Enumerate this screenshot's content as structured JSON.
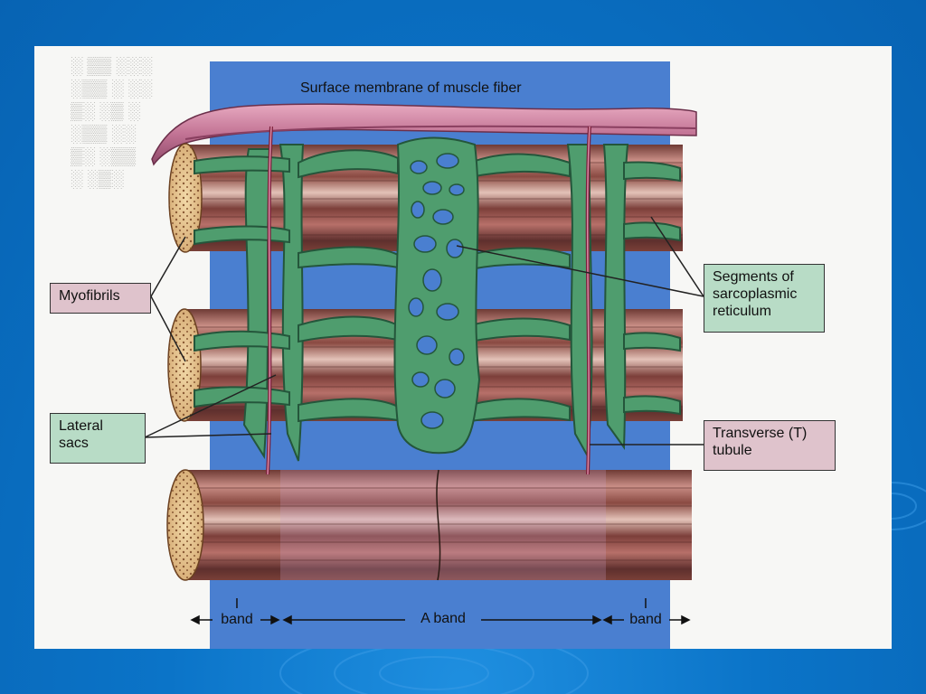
{
  "figure": {
    "surface_label": "Surface membrane of muscle fiber",
    "labels": {
      "myofibrils": "Myofibrils",
      "lateral_sacs_1": "Lateral",
      "lateral_sacs_2": "sacs",
      "segments_1": "Segments of",
      "segments_2": "sarcoplasmic",
      "segments_3": "reticulum",
      "t_tubule_1": "Transverse (T)",
      "t_tubule_2": "tubule"
    },
    "bands": {
      "i_band_left_1": "I",
      "i_band_left_2": "band",
      "a_band": "A band",
      "i_band_right_1": "I",
      "i_band_right_2": "band"
    }
  },
  "colors": {
    "slide_blue": "#0a6fc2",
    "diagram_blue": "#4a7fd0",
    "membrane_pink": "#c77a9a",
    "reticulum_green": "#3f8f62",
    "myofibril_brown": "#8a4a3c"
  }
}
